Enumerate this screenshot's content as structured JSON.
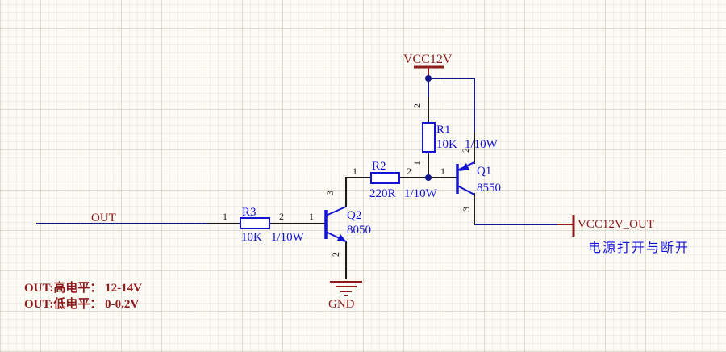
{
  "colors": {
    "background": "#FBFAF5",
    "wire": "#14148C",
    "pin": "#1A1A1A",
    "component_blue": "#1414D4",
    "net_dark_red": "#8D1B1B"
  },
  "nets": {
    "vcc": "VCC12V",
    "out": "OUT",
    "vcc_out": "VCC12V_OUT",
    "gnd": "GND"
  },
  "notes": {
    "power_note": "电源打开与断开",
    "out_high": "OUT:高电平： 12-14V",
    "out_low": "OUT:低电平： 0-0.2V"
  },
  "components": {
    "r1": {
      "ref": "R1",
      "value": "10K",
      "rating": "1/10W",
      "pin1": "1",
      "pin2": "2"
    },
    "r2": {
      "ref": "R2",
      "value": "220R",
      "rating": "1/10W",
      "pin1": "1",
      "pin2": "2"
    },
    "r3": {
      "ref": "R3",
      "value": "10K",
      "rating": "1/10W",
      "pin1": "1",
      "pin2": "2"
    },
    "q1": {
      "ref": "Q1",
      "value": "8550",
      "pin1": "1",
      "pin2": "2",
      "pin3": "3"
    },
    "q2": {
      "ref": "Q2",
      "value": "8050",
      "pin1": "1",
      "pin2": "2",
      "pin3": "3"
    }
  }
}
